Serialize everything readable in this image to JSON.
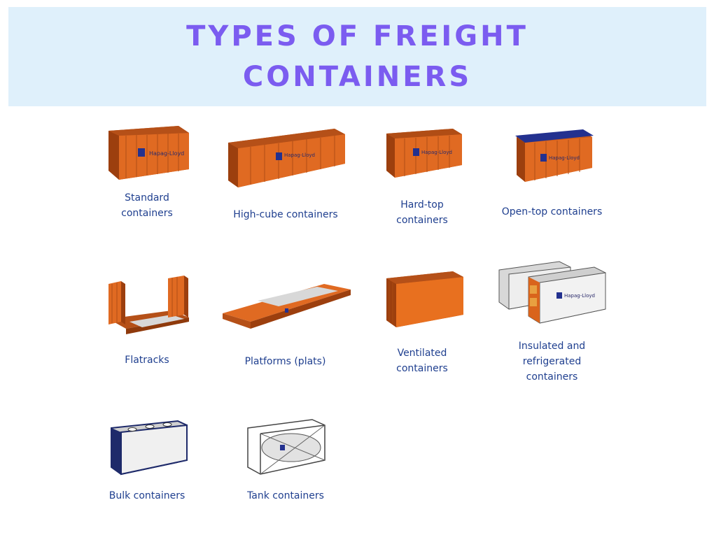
{
  "banner": {
    "title_line1": "TYPES OF FREIGHT",
    "title_line2": "CONTAINERS"
  },
  "items": [
    {
      "label": "Standard\ncontainers",
      "icon": "standard-container-icon"
    },
    {
      "label": "High-cube containers",
      "icon": "high-cube-container-icon"
    },
    {
      "label": "Hard-top\ncontainers",
      "icon": "hard-top-container-icon"
    },
    {
      "label": "Open-top containers",
      "icon": "open-top-container-icon"
    },
    {
      "label": "Flatracks",
      "icon": "flatrack-icon"
    },
    {
      "label": "Platforms (plats)",
      "icon": "platform-icon"
    },
    {
      "label": "Ventilated\ncontainers",
      "icon": "ventilated-container-icon"
    },
    {
      "label": "Insulated and\nrefrigerated\ncontainers",
      "icon": "refrigerated-container-icon"
    },
    {
      "label": "Bulk containers",
      "icon": "bulk-container-icon"
    },
    {
      "label": "Tank containers",
      "icon": "tank-container-icon"
    }
  ],
  "logo_text": "Hapag-Lloyd",
  "colors": {
    "banner_bg": "#dff0fb",
    "title": "#7b5cf0",
    "label": "#1f3f8f",
    "container_orange": "#d9641c",
    "container_dark": "#9c3f0e",
    "roof_blue": "#23318f"
  }
}
